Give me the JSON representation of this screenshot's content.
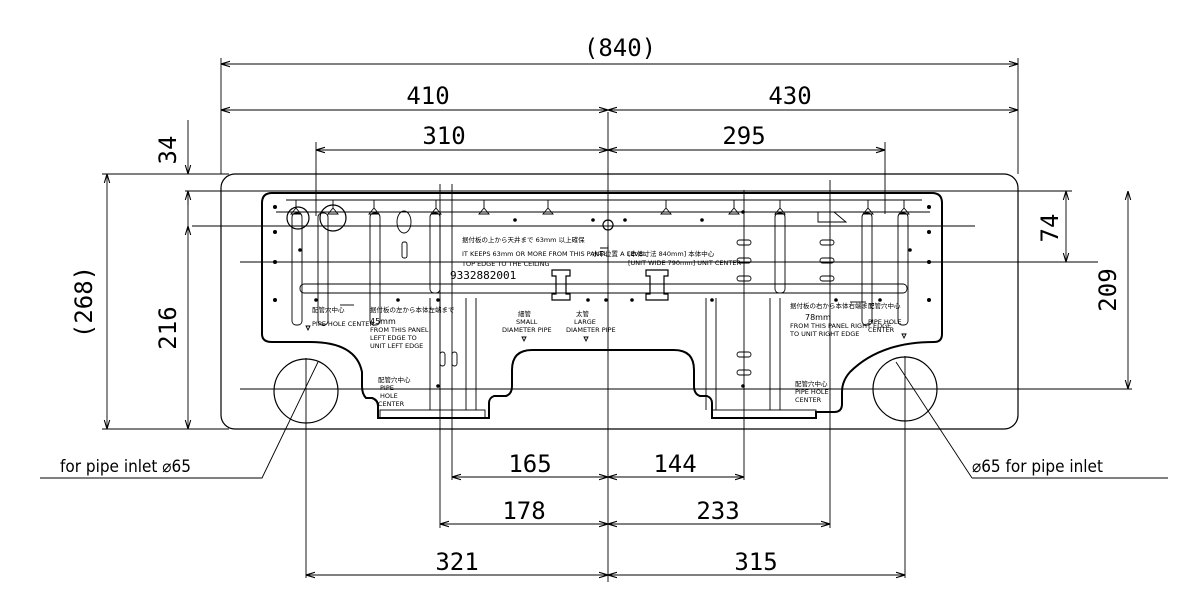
{
  "dimensions": {
    "overall_width": "(840)",
    "left_half": "410",
    "right_half": "430",
    "left_inner": "310",
    "right_inner": "295",
    "overall_height": "(268)",
    "top_offset": "34",
    "left_height": "216",
    "right_top": "74",
    "right_height": "209",
    "bottom_165": "165",
    "bottom_144": "144",
    "bottom_178": "178",
    "bottom_233": "233",
    "bottom_321": "321",
    "bottom_315": "315"
  },
  "callouts": {
    "left_pipe_inlet": "for pipe inlet ⌀65",
    "right_pipe_inlet": "⌀65 for pipe inlet"
  },
  "panel_notes": {
    "serial": "9332882001",
    "ceiling_jp": "据付板の上から天井まで 63mm 以上確保",
    "ceiling_en": "IT KEEPS 63mm OR MORE FROM THIS PANEL",
    "ceiling_en2": "TOP EDGE TO THE CEILING",
    "level": "水平位置 A LEVEL",
    "unit_width_jp": "[本体寸法 840mm] 本体中心",
    "unit_width_en": "[UNIT WIDE 790mm] UNIT CENTER",
    "left_hole_jp": "配管穴中心",
    "left_hole_en": "PIPE HOLE CENTER",
    "left_edge_jp": "据付板の左から本体左端まで",
    "left_edge_mm": "45mm",
    "left_edge_en1": "FROM THIS PANEL",
    "left_edge_en2": "LEFT EDGE TO",
    "left_edge_en3": "UNIT LEFT EDGE",
    "small_pipe_jp": "細管",
    "small_pipe_en1": "SMALL",
    "small_pipe_en2": "DIAMETER PIPE",
    "large_pipe_jp": "太管",
    "large_pipe_en1": "LARGE",
    "large_pipe_en2": "DIAMETER PIPE",
    "right_edge_jp": "据付板の右から本体右端まで",
    "right_edge_mm": "78mm",
    "right_edge_en1": "FROM THIS PANEL RIGHT EDGE",
    "right_edge_en2": "TO UNIT RIGHT EDGE",
    "right_hole_jp": "配管穴中心",
    "right_hole_en1": "PIPE HOLE",
    "right_hole_en2": "CENTER",
    "lower_left_hole_jp": "配管穴中心",
    "lower_left_hole_en1": "PIPE",
    "lower_left_hole_en2": "HOLE",
    "lower_left_hole_en3": "CENTER",
    "lower_right_hole_jp": "配管穴中心",
    "lower_right_hole_en1": "PIPE HOLE",
    "lower_right_hole_en2": "CENTER"
  }
}
